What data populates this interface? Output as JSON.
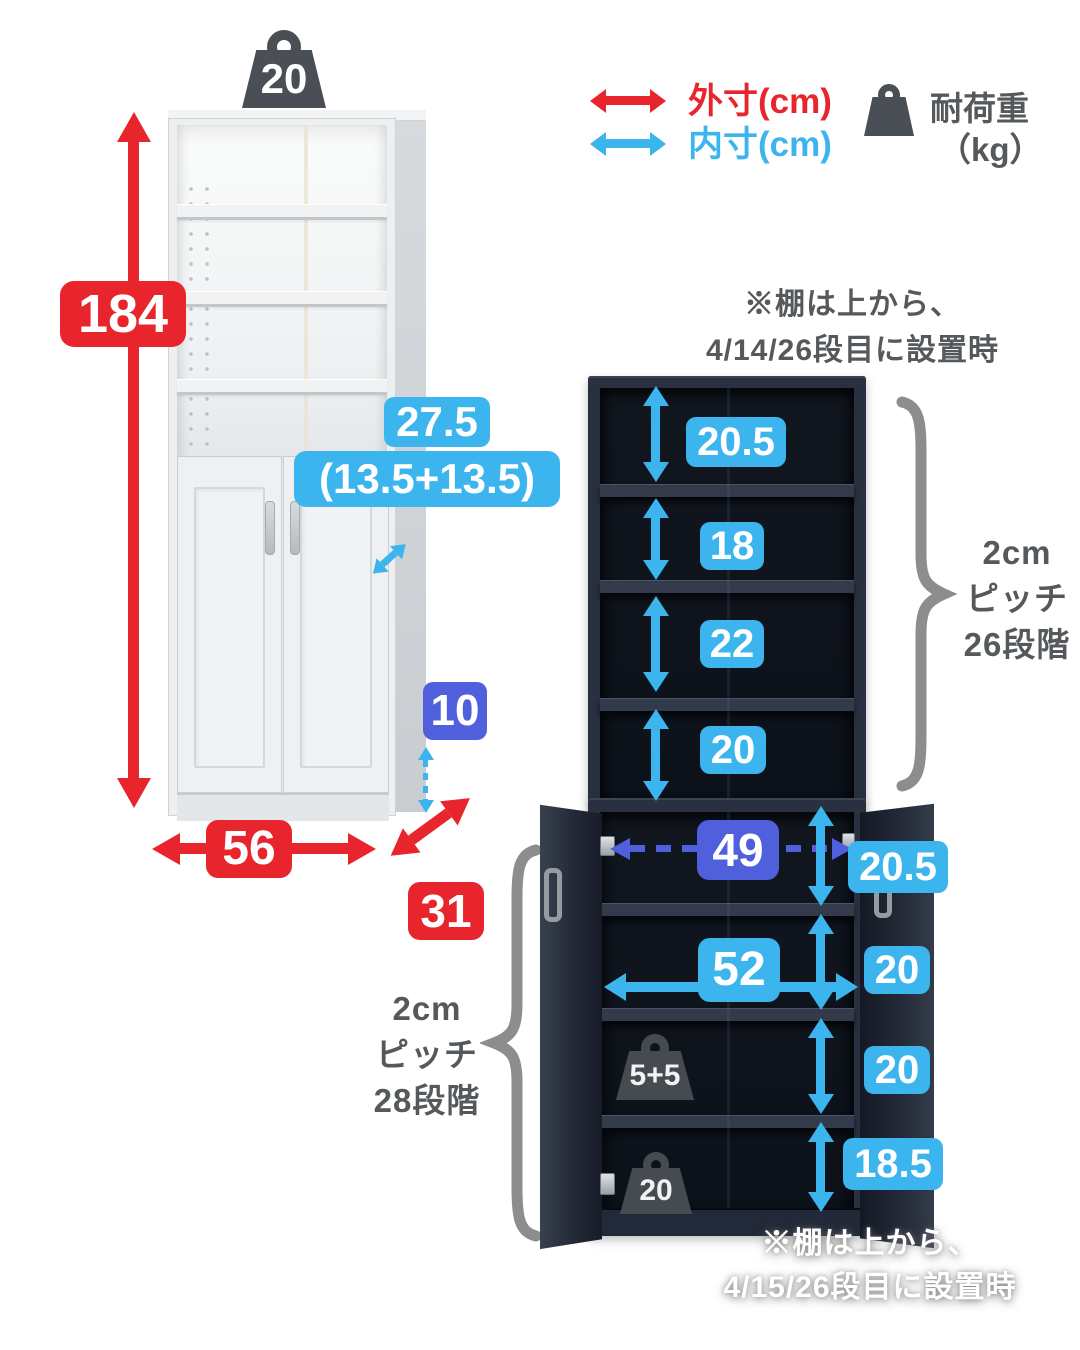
{
  "legend": {
    "outer": "外寸(cm)",
    "inner": "内寸(cm)",
    "load_title": "耐荷重",
    "load_unit": "（kg）"
  },
  "top_note": {
    "line1": "※棚は上から、",
    "line2": "4/14/26段目に設置時"
  },
  "bottom_note": {
    "line1": "※棚は上から、",
    "line2": "4/15/26段目に設置時"
  },
  "white_cabinet": {
    "max_load": "20",
    "height": "184",
    "width": "56",
    "depth": "31",
    "niche_height": "27.5",
    "niche_breakdown": "(13.5+13.5)",
    "base_clearance": "10"
  },
  "dark_upper": {
    "gaps": [
      "20.5",
      "18",
      "22",
      "20"
    ],
    "pitch": {
      "line1": "2cm",
      "line2": "ピッチ",
      "line3": "26段階"
    }
  },
  "dark_lower": {
    "door_opening_width": "49",
    "gaps": [
      "20.5",
      "20",
      "20",
      "18.5"
    ],
    "inner_width": "52",
    "shelf_load": "5+5",
    "bottom_load": "20",
    "pitch": {
      "line1": "2cm",
      "line2": "ピッチ",
      "line3": "28段階"
    }
  },
  "colors": {
    "outer_red": "#e8252c",
    "inner_blue": "#3cb5ee",
    "accent_indigo": "#5060dd",
    "note_gray": "#55595c",
    "weight_gray": "#4a4f55",
    "cabinet_navy": "#29303f"
  }
}
